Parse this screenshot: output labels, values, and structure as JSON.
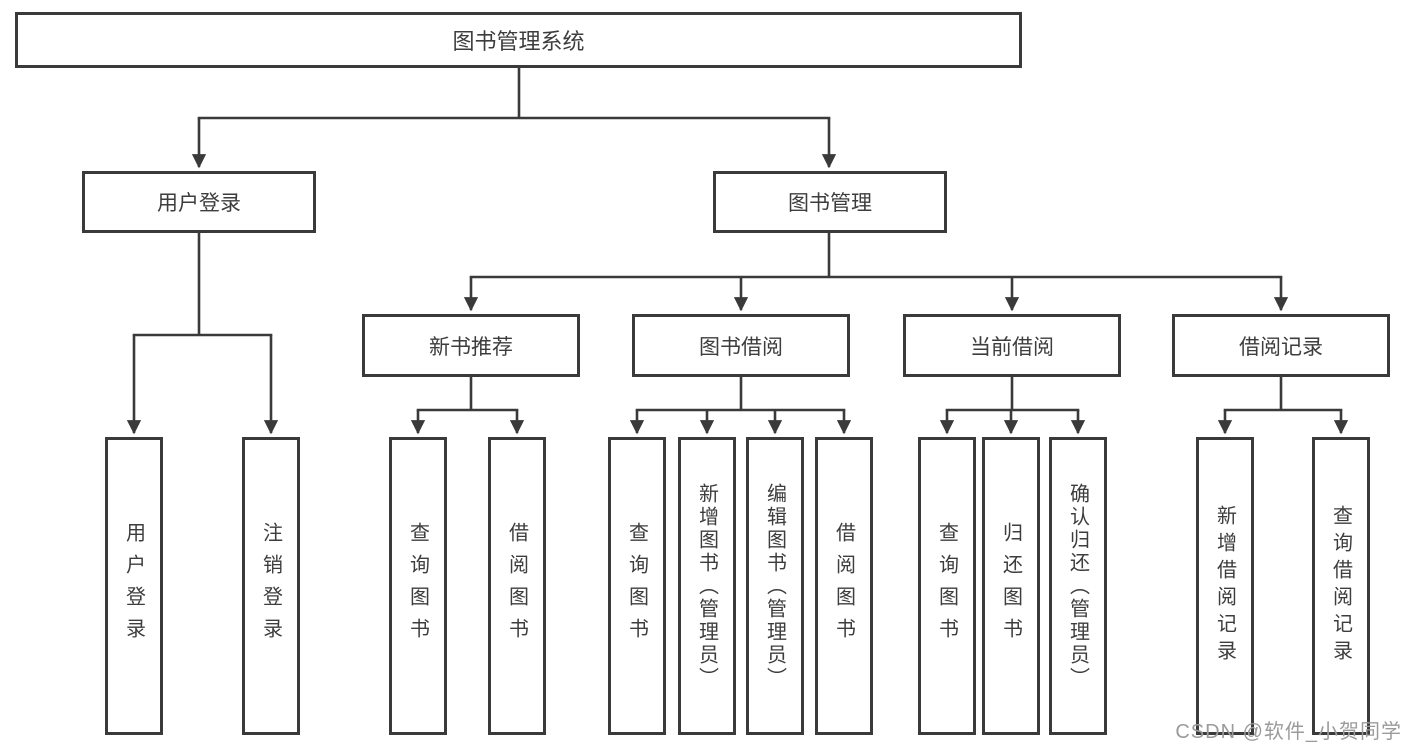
{
  "tree": {
    "label": "图书管理系统",
    "children": [
      {
        "label": "用户登录",
        "children": [
          {
            "label": "用户登录"
          },
          {
            "label": "注销登录"
          }
        ]
      },
      {
        "label": "图书管理",
        "children": [
          {
            "label": "新书推荐",
            "children": [
              {
                "label": "查询图书"
              },
              {
                "label": "借阅图书"
              }
            ]
          },
          {
            "label": "图书借阅",
            "children": [
              {
                "label": "查询图书"
              },
              {
                "label": "新增图书（管理员）"
              },
              {
                "label": "编辑图书（管理员）"
              },
              {
                "label": "借阅图书"
              }
            ]
          },
          {
            "label": "当前借阅",
            "children": [
              {
                "label": "查询图书"
              },
              {
                "label": "归还图书"
              },
              {
                "label": "确认归还（管理员）"
              }
            ]
          },
          {
            "label": "借阅记录",
            "children": [
              {
                "label": "新增借阅记录"
              },
              {
                "label": "查询借阅记录"
              }
            ]
          }
        ]
      }
    ]
  },
  "watermark": "CSDN @软件_小贺同学",
  "colors": {
    "line": "#3a3a3a",
    "border": "#3a3a3a",
    "text": "#3d3d3d",
    "watermark": "#9b9b9b",
    "background": "#ffffff"
  }
}
